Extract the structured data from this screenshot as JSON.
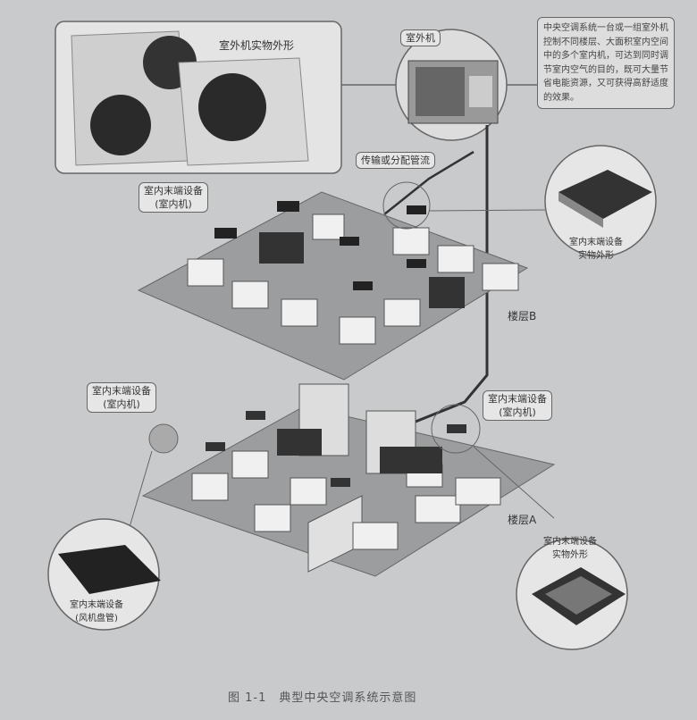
{
  "labels": {
    "outdoor_photo": "室外机实物外形",
    "outdoor_unit": "室外机",
    "pipes": "传输或分配管流",
    "indoor_b_line1": "室内末端设备",
    "indoor_b_line2": "(室内机)",
    "indoor_b_photo_line1": "室内末端设备",
    "indoor_b_photo_line2": "实物外形",
    "floor_b": "楼层B",
    "indoor_a_left_line1": "室内末端设备",
    "indoor_a_left_line2": "(室内机)",
    "indoor_a_right_line1": "室内末端设备",
    "indoor_a_right_line2": "(室内机)",
    "floor_a": "楼层A",
    "fan_coil_line1": "室内末端设备",
    "fan_coil_line2": "(风机盘管)",
    "indoor_a_photo_line1": "室内末端设备",
    "indoor_a_photo_line2": "实物外形"
  },
  "note": "中央空调系统一台或一组室外机控制不同楼层、大面积室内空间中的多个室内机，可达到同时调节室内空气的目的，既可大量节省电能资源，又可获得高舒适度的效果。",
  "caption": "图 1-1　典型中央空调系统示意图"
}
